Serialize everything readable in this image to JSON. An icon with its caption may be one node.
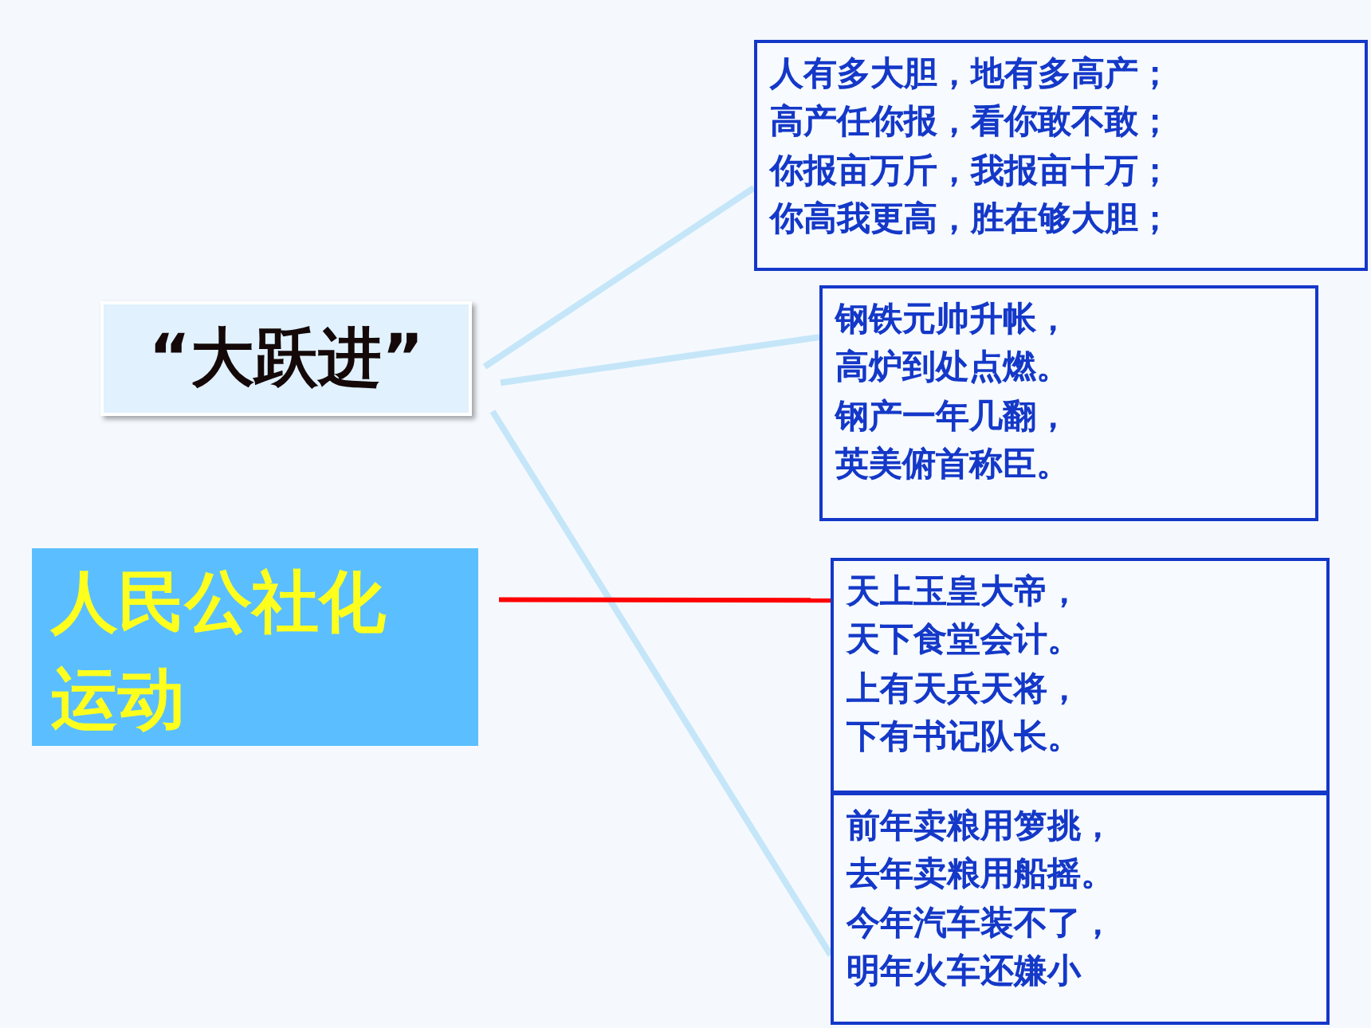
{
  "diagram": {
    "nodes": [
      {
        "text": [
          "“大跃进”"
        ]
      },
      {
        "text": [
          "人有多大胆，地有多高产；高产任你报，看你敢不敢；你报亩万斤，我报亩十万；你高我更高，胜在够大胆；"
        ]
      },
      {
        "text": [
          "钢铁元帅升帐，高炉到处点燃。钢产一年几翻，英美俯首称臣。"
        ]
      },
      {
        "text": [
          "人民公社化运动"
        ]
      },
      {
        "text": [
          "天上玉皇大帝，天下食堂会计。上有天兵天将，下有书记队长。"
        ]
      },
      {
        "text": [
          "前年卖粮用箩挑，去年卖粮用船摇。今年汽车装不了，明年火车还嫌小"
        ]
      }
    ],
    "edges": [
      {
        "from": 0,
        "to": 1,
        "arrow": "none"
      },
      {
        "from": 0,
        "to": 2,
        "arrow": "none"
      },
      {
        "from": 0,
        "to": 5,
        "arrow": "none"
      },
      {
        "from": 3,
        "to": 4,
        "arrow": "none",
        "color": "#ff0000"
      }
    ]
  }
}
